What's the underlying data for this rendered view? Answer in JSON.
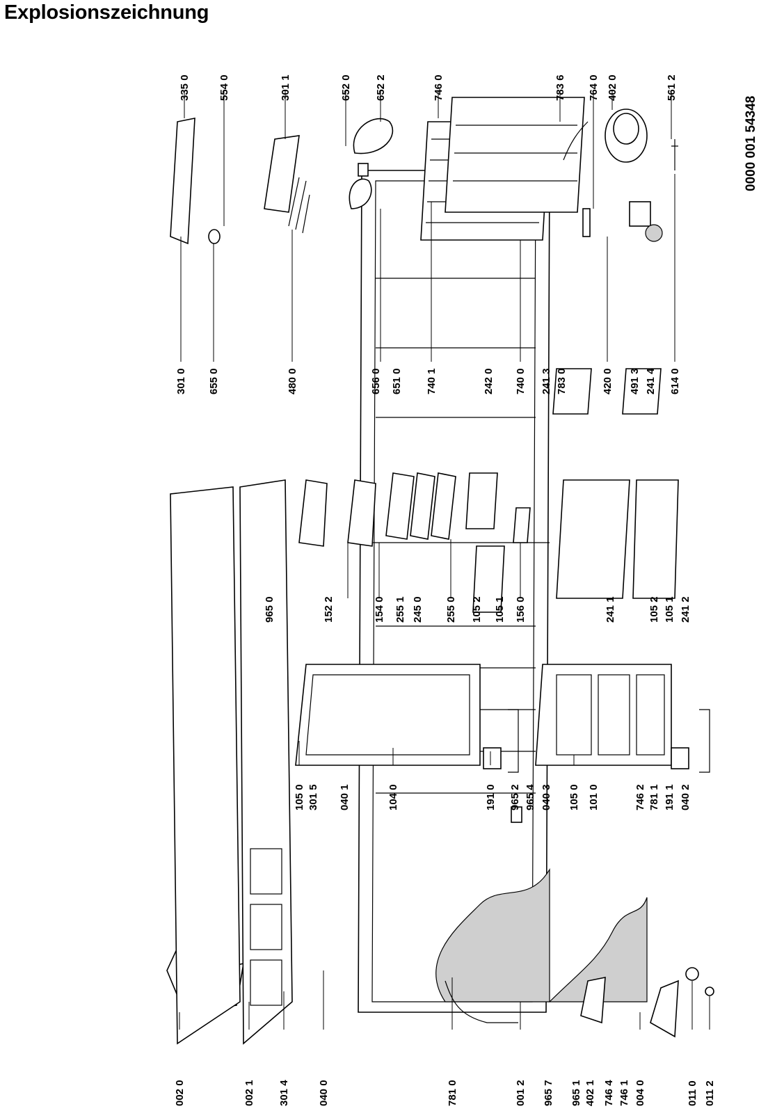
{
  "page": {
    "title": "Explosionszeichnung",
    "document_number": "0000 001 54348"
  },
  "groups": [
    {
      "id": "g1",
      "labels": [
        "002 0",
        "002 1",
        "301 4",
        "040 0",
        "781 0",
        "001 2",
        "965 7",
        "965 1",
        "402 1",
        "746 4",
        "746 1",
        "004 0",
        "011 0",
        "011 2"
      ]
    },
    {
      "id": "g2",
      "labels": [
        "105 0",
        "301 5",
        "040 1",
        "104 0",
        "191 0",
        "965 2",
        "965 4",
        "040 3",
        "105 0",
        "101 0",
        "746 2",
        "781 1",
        "191 1",
        "040 2"
      ]
    },
    {
      "id": "g3",
      "labels": [
        "965 0",
        "152 2",
        "154 0",
        "255 1",
        "245 0",
        "255 0",
        "105 2",
        "105 1",
        "156 0",
        "241 1",
        "105 2",
        "105 1",
        "241 2"
      ]
    },
    {
      "id": "g4",
      "labels": [
        "301 0",
        "655 0",
        "480 0",
        "656 0",
        "651 0",
        "740 1",
        "242 0",
        "740 0",
        "241 3",
        "783 0",
        "420 0",
        "491 3",
        "241 4",
        "614 0"
      ]
    },
    {
      "id": "g5",
      "labels": [
        "335 0",
        "554 0",
        "301 1",
        "652 0",
        "652 2",
        "746 0",
        "783 6",
        "764 0",
        "402 0",
        "561 2"
      ]
    }
  ]
}
